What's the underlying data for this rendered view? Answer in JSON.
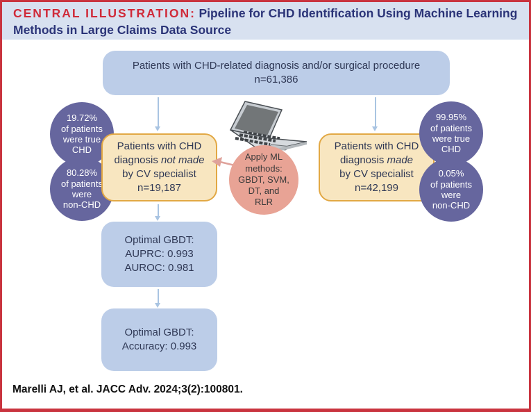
{
  "header": {
    "label": "CENTRAL ILLUSTRATION:",
    "title": "Pipeline for CHD Identification Using Machine Learning Methods in Large Claims Data Source"
  },
  "flow": {
    "top_box": "Patients with CHD-related diagnosis and/or surgical procedure\nn=61,386",
    "left_branch": {
      "box": {
        "line1": "Patients with CHD",
        "line2_pre": "diagnosis ",
        "line2_italic": "not made",
        "line3": "by CV specialist",
        "line4": "n=19,187"
      },
      "stat_true": "19.72%\nof patients\nwere true\nCHD",
      "stat_non": "80.28%\nof patients\nwere\nnon-CHD"
    },
    "right_branch": {
      "box": {
        "line1": "Patients with CHD",
        "line2_pre": "diagnosis ",
        "line2_italic": "made",
        "line3": "by CV specialist",
        "line4": "n=42,199"
      },
      "stat_true": "99.95%\nof patients\nwere true\nCHD",
      "stat_non": "0.05%\nof patients\nwere\nnon-CHD"
    },
    "ml_circle": "Apply ML\nmethods:\nGBDT, SVM,\nDT, and\nRLR",
    "result_box_metrics": "Optimal GBDT:\nAUPRC: 0.993\nAUROC: 0.981",
    "result_box_accuracy": "Optimal GBDT:\nAccuracy: 0.993"
  },
  "icons": {
    "laptop": "laptop-icon",
    "ml_arrow": "left-arrow-icon"
  },
  "colors": {
    "border_red": "#c9343f",
    "header_bg": "#d8e1f0",
    "title_red": "#d02a39",
    "title_navy": "#2b3478",
    "box_blue": "#bccde8",
    "box_orange_fill": "#f8e6c0",
    "box_orange_border": "#e2a844",
    "circle_purple": "#66669e",
    "circle_pink": "#e8a395",
    "arrow_blue": "#a9c4e2",
    "text_dark": "#2f3855"
  },
  "footer": {
    "citation": "Marelli AJ, et al. JACC Adv. 2024;3(2):100801."
  }
}
